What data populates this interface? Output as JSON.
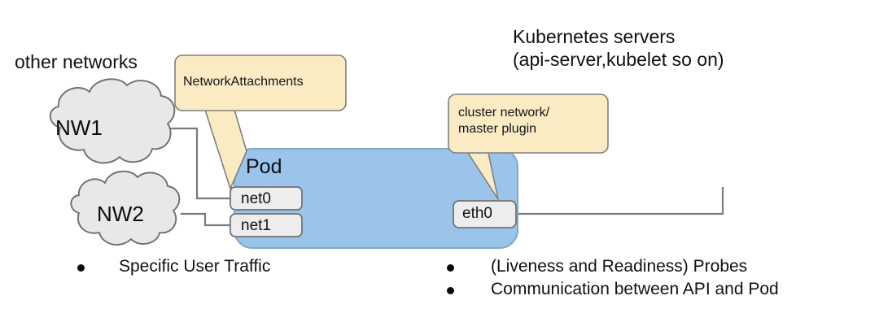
{
  "diagram": {
    "headings": {
      "other_networks": "other networks",
      "kubernetes_servers_line1": "Kubernetes servers",
      "kubernetes_servers_line2": "(api-server,kubelet so on)"
    },
    "callouts": {
      "network_attachments": "NetworkAttachments",
      "cluster_network_line1": "cluster network/",
      "cluster_network_line2": "master plugin"
    },
    "clouds": [
      {
        "label": "NW1"
      },
      {
        "label": "NW2"
      }
    ],
    "pod": {
      "label": "Pod",
      "interfaces": [
        {
          "label": "net0"
        },
        {
          "label": "net1"
        },
        {
          "label": "eth0"
        }
      ]
    },
    "bullets": {
      "left": [
        "Specific User Traffic"
      ],
      "right": [
        "(Liveness and Readiness) Probes",
        "Communication between API and Pod"
      ]
    },
    "colors": {
      "pod_fill": "#9BC4EA",
      "pod_stroke": "#7FA8CC",
      "callout_fill": "#FBEBC3",
      "callout_stroke": "#7F7F7F",
      "cloud_fill": "#E8E8E8",
      "cloud_stroke": "#6E6E6E",
      "interface_fill": "#EDEDED",
      "interface_stroke": "#737373",
      "connector_stroke": "#7A7A85",
      "text": "#101016",
      "background": "#FFFFFF"
    }
  }
}
